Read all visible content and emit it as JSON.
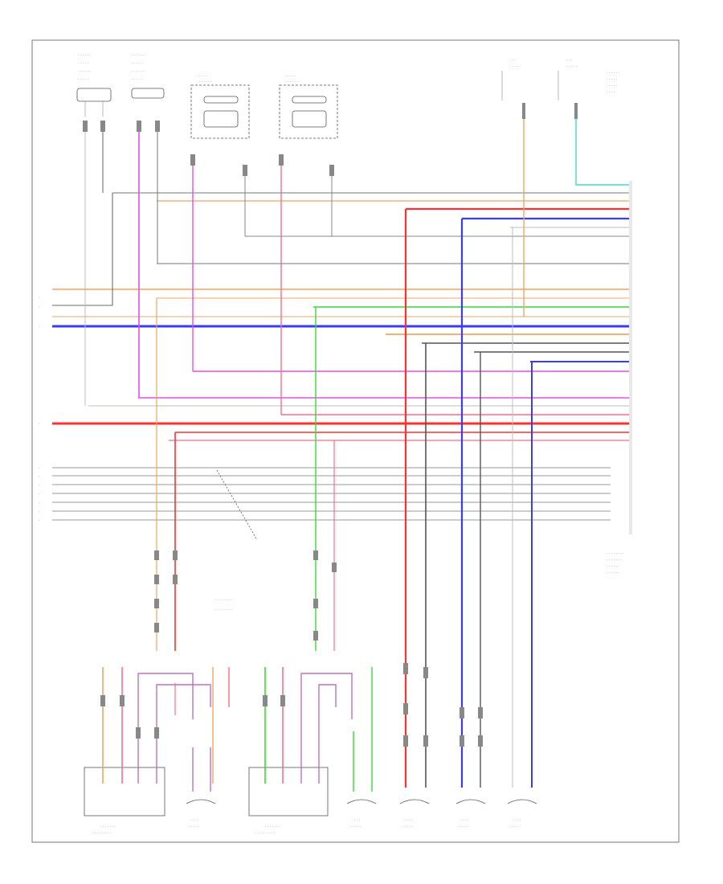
{
  "diagram": {
    "title": "",
    "footer_code": "",
    "modules": [
      {
        "id": "clockspring",
        "label": ""
      },
      {
        "id": "steering-switch",
        "label": ""
      },
      {
        "id": "front-speaker-left",
        "label": ""
      },
      {
        "id": "front-speaker-right",
        "label": ""
      },
      {
        "id": "fuse-1",
        "label": ""
      },
      {
        "id": "fuse-2",
        "label": ""
      },
      {
        "id": "stereo-component-amplifier",
        "label": ""
      },
      {
        "id": "rear-speaker-left",
        "label": ""
      },
      {
        "id": "rear-tweeter-left",
        "label": ""
      },
      {
        "id": "rear-speaker-right",
        "label": ""
      },
      {
        "id": "front-tweeter-right",
        "label": ""
      },
      {
        "id": "left-tweeter",
        "label": ""
      },
      {
        "id": "right-tweeter",
        "label": ""
      },
      {
        "id": "woofer",
        "label": ""
      }
    ],
    "wire_colors": {
      "orange": "#f4a460",
      "pink": "#ff6b8a",
      "magenta": "#e64ee6",
      "red": "#ff3030",
      "blue": "#3a3aff",
      "green": "#33dd33",
      "cyan": "#40d8d0",
      "gray": "#bdbdbd",
      "black": "#6a6a6a",
      "violet": "#c070c0"
    }
  }
}
